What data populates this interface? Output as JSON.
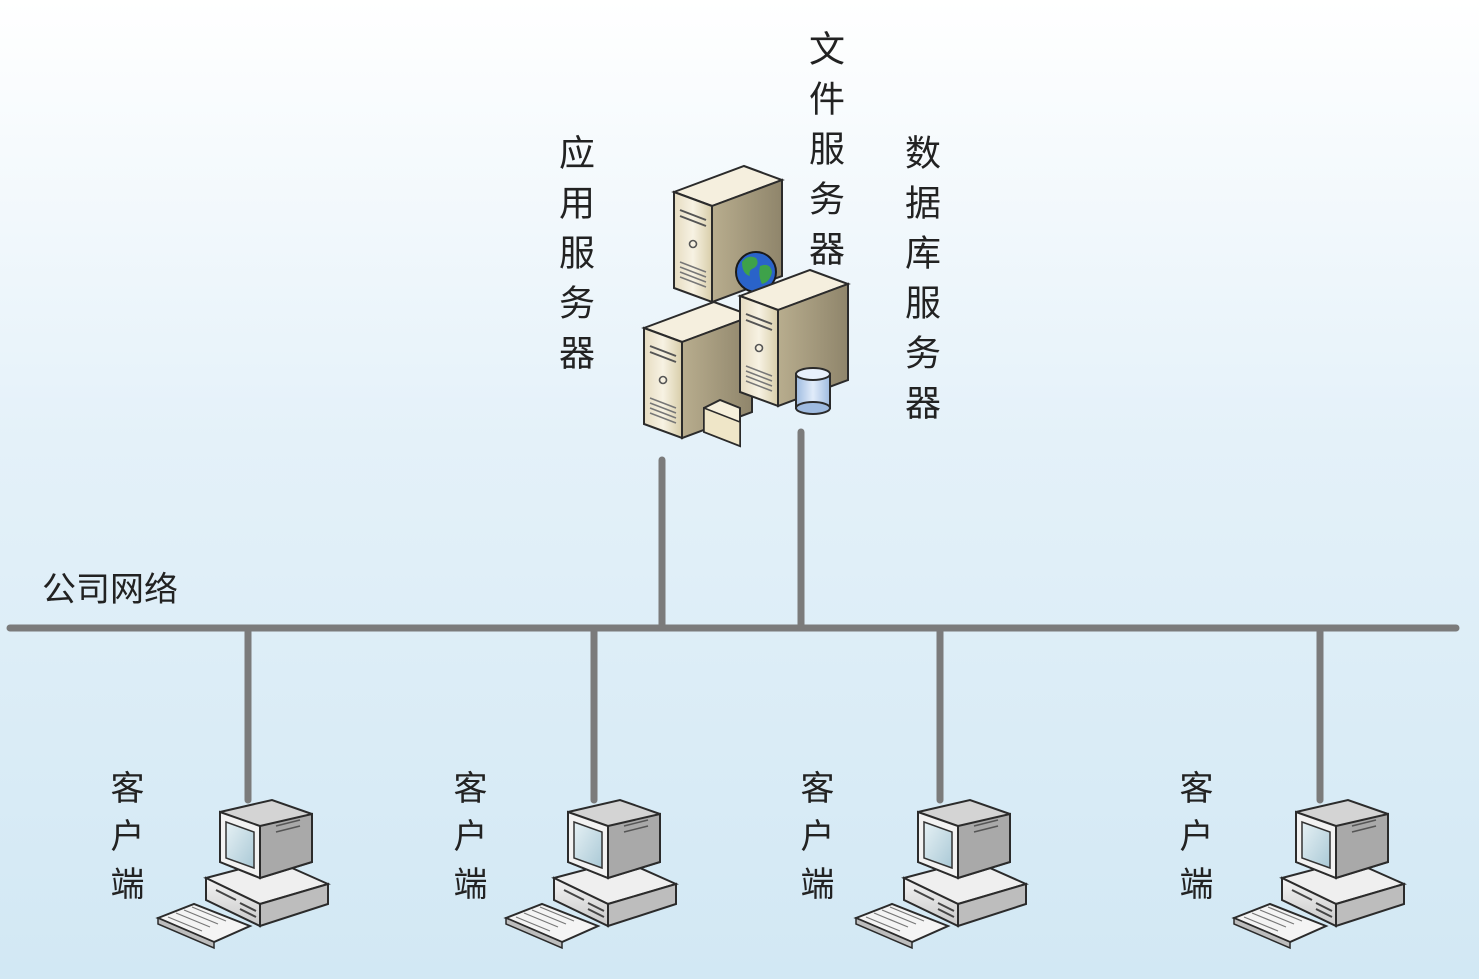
{
  "servers": {
    "app_label": "应用服务器",
    "file_label": "文件服务器",
    "db_label": "数据库服务器"
  },
  "network": {
    "label": "公司网络"
  },
  "clients": [
    {
      "label": "客户端"
    },
    {
      "label": "客户端"
    },
    {
      "label": "客户端"
    },
    {
      "label": "客户端"
    }
  ],
  "colors": {
    "line": "#7b7b7b",
    "server_body": "#f1ead6",
    "server_shade": "#c9bfa3",
    "monitor_screen": "#cfe3ea",
    "db_cylinder": "#bcd3ee",
    "globe_sea": "#2a63c9",
    "globe_land": "#3ea24a"
  },
  "icons": {
    "servers": [
      "file-server-icon",
      "globe-icon",
      "application-server-icon",
      "database-server-icon",
      "database-cylinder-icon",
      "folder-icon"
    ],
    "client": "desktop-computer-icon"
  }
}
